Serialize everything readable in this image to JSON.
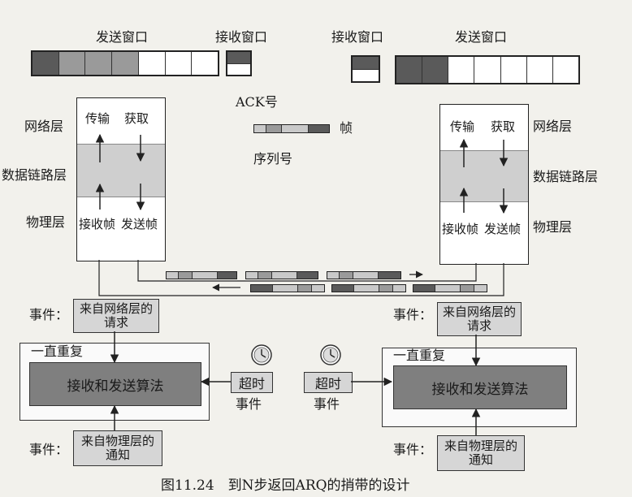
{
  "left": {
    "send_window_label": "发送窗口",
    "recv_window_label": "接收窗口",
    "network_layer": "网络层",
    "datalink_layer": "数据链路层",
    "physical_layer": "物理层",
    "transmit": "传输",
    "fetch": "获取",
    "recv_frame": "接收帧",
    "send_frame": "发送帧",
    "event_label": "事件：",
    "req_box": "来自网络层的请求",
    "loop_label": "一直重复",
    "algo": "接收和发送算法",
    "timeout_box": "超时",
    "timeout_event": "事件",
    "notif_box": "来自物理层的通知"
  },
  "right": {
    "send_window_label": "发送窗口",
    "recv_window_label": "接收窗口",
    "network_layer": "网络层",
    "datalink_layer": "数据链路层",
    "physical_layer": "物理层",
    "transmit": "传输",
    "fetch": "获取",
    "recv_frame": "接收帧",
    "send_frame": "发送帧",
    "event_label": "事件：",
    "req_box": "来自网络层的请求",
    "loop_label": "一直重复",
    "algo": "接收和发送算法",
    "timeout_box": "超时",
    "timeout_event": "事件",
    "notif_box": "来自物理层的通知"
  },
  "legend": {
    "ack_label": "ACK号",
    "frame_label": "帧",
    "seq_label": "序列号"
  },
  "caption": "图11.24　到N步返回ARQ的捎带的设计"
}
